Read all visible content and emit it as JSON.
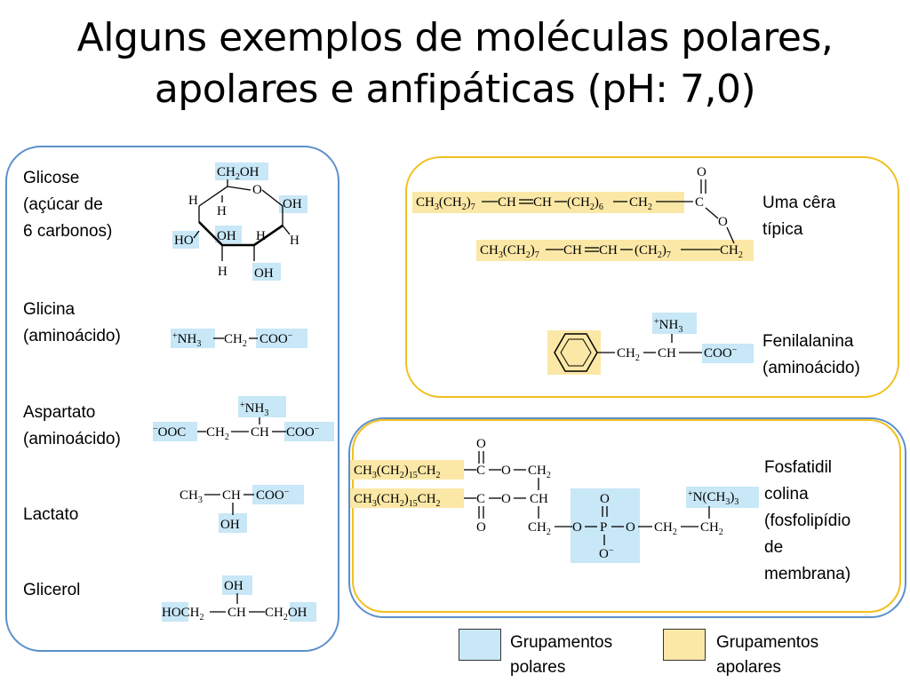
{
  "slide": {
    "title_line1": "Alguns exemplos de moléculas polares,",
    "title_line2": "apolares e anfipáticas (pH: 7,0)"
  },
  "left_panel": {
    "glicose": {
      "line1": "Glicose",
      "line2": "(açúcar de",
      "line3": "6 carbonos)"
    },
    "glicina": {
      "line1": "Glicina",
      "line2": "(aminoácido)"
    },
    "aspartato": {
      "line1": "Aspartato",
      "line2": "(aminoácido)"
    },
    "lactato": {
      "line1": "Lactato"
    },
    "glicerol": {
      "line1": "Glicerol"
    }
  },
  "right_top_panel": {
    "cera": {
      "line1": "Uma cêra",
      "line2": "típica"
    },
    "fenilalanina": {
      "line1": "Fenilalanina",
      "line2": "(aminoácido)"
    }
  },
  "right_bottom_panel": {
    "fosfatidilcolina": {
      "line1": "Fosfatidil",
      "line2": "colina",
      "line3": "(fosfolipídio",
      "line4": "de",
      "line5": "membrana)"
    }
  },
  "legend": {
    "polar": {
      "line1": "Grupamentos",
      "line2": "polares",
      "color": "#c8e7f7"
    },
    "apolar": {
      "line1": "Grupamentos",
      "line2": "apolares",
      "color": "#fbe8a6"
    }
  },
  "colors": {
    "left_border": "#5b8fc9",
    "top_right_border": "#f0c020",
    "bottom_right_border_outer": "#f0c020",
    "bottom_right_border_inner": "#5b8fc9"
  }
}
